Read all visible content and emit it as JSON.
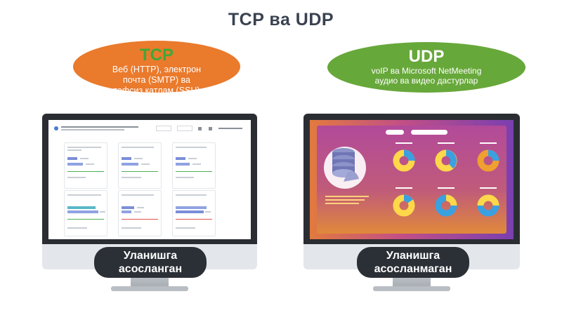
{
  "title": "TCP ва UDP",
  "tcp": {
    "protocol": "TCP",
    "description_lines": [
      "Веб (HTTP), электрон",
      "почта (SMTP) ва",
      "тафсиз қатлам (SSH)"
    ],
    "caption_lines": [
      "Уланишга",
      "асосланган"
    ]
  },
  "udp": {
    "protocol": "UDP",
    "description_lines": [
      "voIP ва Microsoft NetMeeting",
      "аудио ва видео дастурлар"
    ],
    "caption_lines": [
      "Уланишга",
      "асосланмаган"
    ]
  },
  "colors": {
    "tcp_bubble": "#ea7a2c",
    "tcp_label": "#3ea838",
    "udp_bubble": "#67a83a",
    "pill": "#2b2f36",
    "title": "#3a4250"
  }
}
